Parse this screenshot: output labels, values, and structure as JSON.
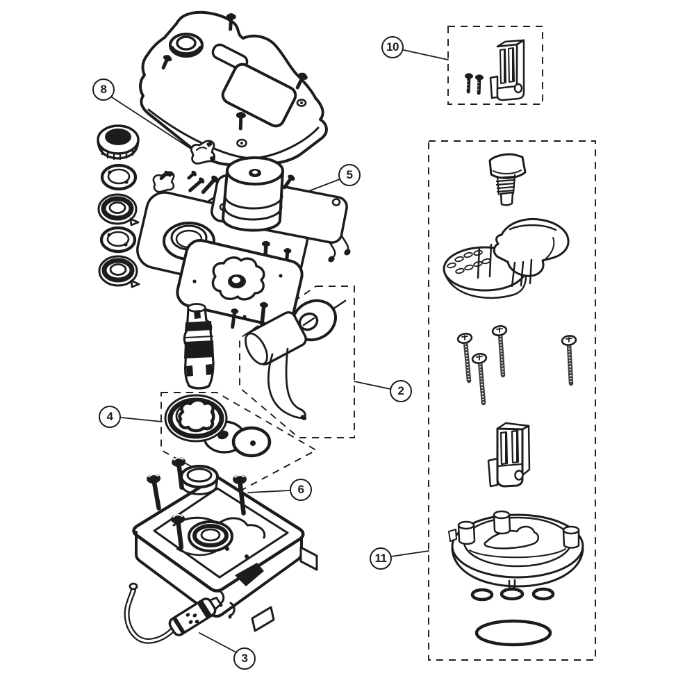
{
  "diagram": {
    "title": "exploded-parts-diagram",
    "background": "#ffffff",
    "line_color": "#1c1c1c",
    "callouts": [
      {
        "label": "8"
      },
      {
        "label": "5"
      },
      {
        "label": "2"
      },
      {
        "label": "4"
      },
      {
        "label": "6"
      },
      {
        "label": "3"
      },
      {
        "label": "10"
      },
      {
        "label": "11"
      }
    ]
  }
}
